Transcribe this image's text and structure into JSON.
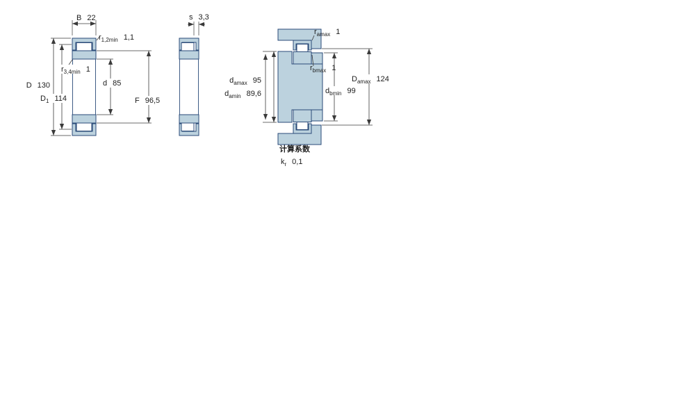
{
  "figure": {
    "colors": {
      "part-fill": "#bcd2de",
      "part-stroke": "#2a4a78",
      "dim": "#3a3a3a",
      "text": "#1c1c1c"
    }
  },
  "views": {
    "left": {
      "dims": {
        "B": {
          "base": "B",
          "sub": "",
          "value": "22"
        },
        "r12": {
          "base": "r",
          "sub": "1,2min",
          "value": "1,1"
        },
        "r34": {
          "base": "r",
          "sub": "3,4min",
          "value": "1"
        },
        "D": {
          "base": "D",
          "sub": "",
          "value": "130"
        },
        "D1": {
          "base": "D",
          "sub": "1",
          "value": "114"
        },
        "d": {
          "base": "d",
          "sub": "",
          "value": "85"
        },
        "F": {
          "base": "F",
          "sub": "",
          "value": "96,5"
        }
      }
    },
    "middle": {
      "dims": {
        "s": {
          "base": "s",
          "sub": "",
          "value": "3,3"
        }
      }
    },
    "right": {
      "dims": {
        "ramax": {
          "base": "r",
          "sub": "amax",
          "value": "1"
        },
        "rbmax": {
          "base": "r",
          "sub": "bmax",
          "value": "1"
        },
        "damax": {
          "base": "d",
          "sub": "amax",
          "value": "95"
        },
        "damin": {
          "base": "d",
          "sub": "amin",
          "value": "89,6"
        },
        "dbmin": {
          "base": "d",
          "sub": "bmin",
          "value": "99"
        },
        "Damax": {
          "base": "D",
          "sub": "amax",
          "value": "124"
        }
      },
      "factors": {
        "title": "计算系数",
        "kr": {
          "base": "k",
          "sub": "r",
          "value": "0,1"
        }
      }
    }
  }
}
